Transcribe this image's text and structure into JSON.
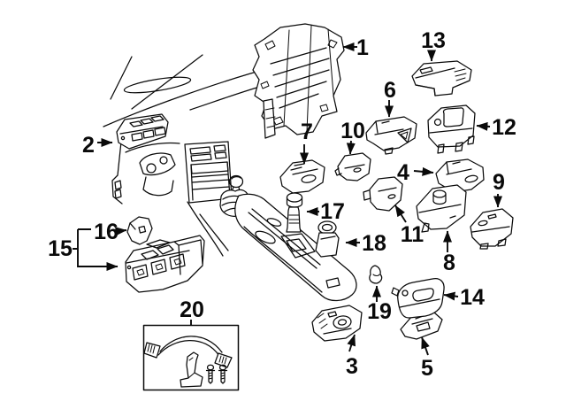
{
  "diagram": {
    "colors": {
      "line": "#0a0a0a",
      "background": "#ffffff"
    },
    "callouts": [
      {
        "label": "1"
      },
      {
        "label": "2"
      },
      {
        "label": "3"
      },
      {
        "label": "4"
      },
      {
        "label": "5"
      },
      {
        "label": "6"
      },
      {
        "label": "7"
      },
      {
        "label": "8"
      },
      {
        "label": "9"
      },
      {
        "label": "10"
      },
      {
        "label": "11"
      },
      {
        "label": "12"
      },
      {
        "label": "13"
      },
      {
        "label": "14"
      },
      {
        "label": "15"
      },
      {
        "label": "16"
      },
      {
        "label": "17"
      },
      {
        "label": "18"
      },
      {
        "label": "19"
      },
      {
        "label": "20"
      }
    ]
  }
}
